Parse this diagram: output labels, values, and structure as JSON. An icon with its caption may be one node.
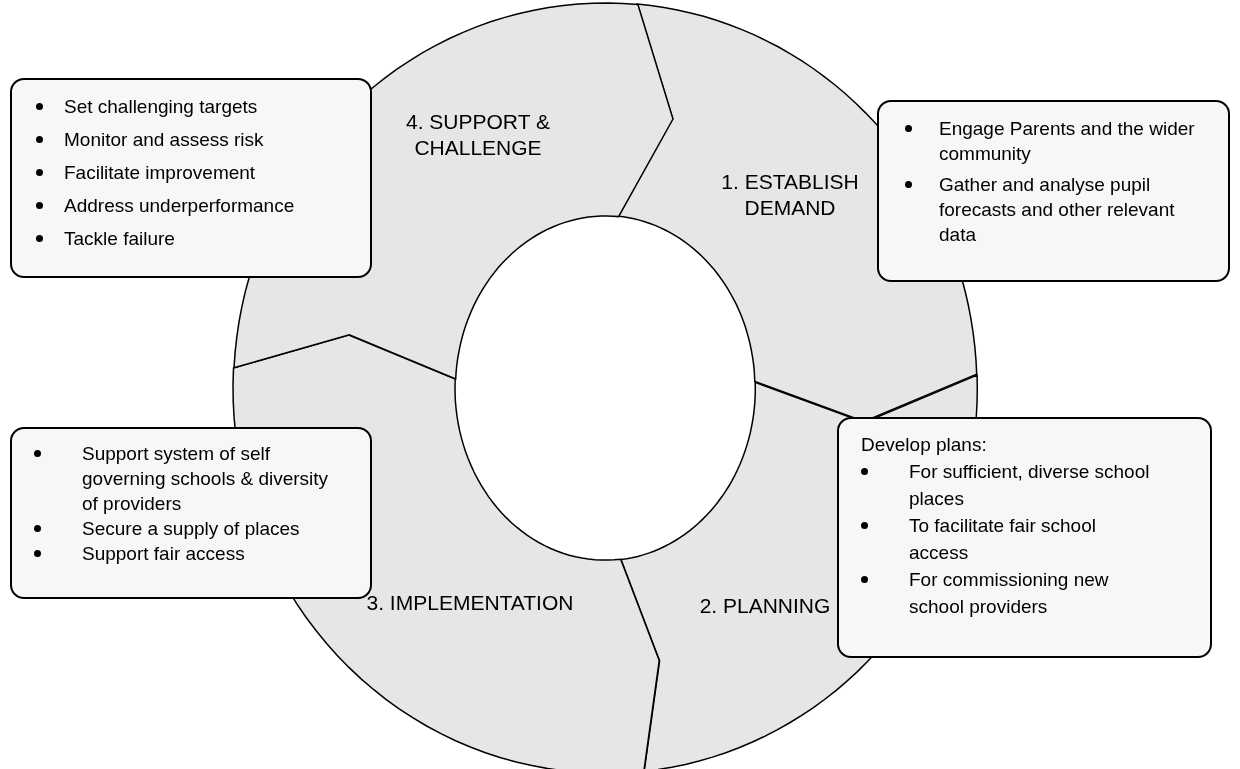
{
  "diagram": {
    "nodes": [
      {
        "text": [
          "1. ESTABLISH DEMAND"
        ]
      },
      {
        "text": [
          "Engage Parents and the wider community",
          "Gather and analyse  pupil forecasts and other relevant data"
        ]
      },
      {
        "text": [
          "2. PLANNING"
        ]
      },
      {
        "text": [
          "Develop plans:",
          "For sufficient, diverse school places",
          "To facilitate fair school access",
          "For commissioning  new school providers"
        ]
      },
      {
        "text": [
          "3. IMPLEMENTATION"
        ]
      },
      {
        "text": [
          "Support system of self governing schools & diversity of providers",
          "Secure a supply of places",
          "Support fair access"
        ]
      },
      {
        "text": [
          "4. SUPPORT & CHALLENGE"
        ]
      },
      {
        "text": [
          "Set challenging targets",
          "Monitor and assess risk",
          "Facilitate improvement",
          "Address underperformance",
          "Tackle failure"
        ]
      }
    ],
    "edges": []
  }
}
